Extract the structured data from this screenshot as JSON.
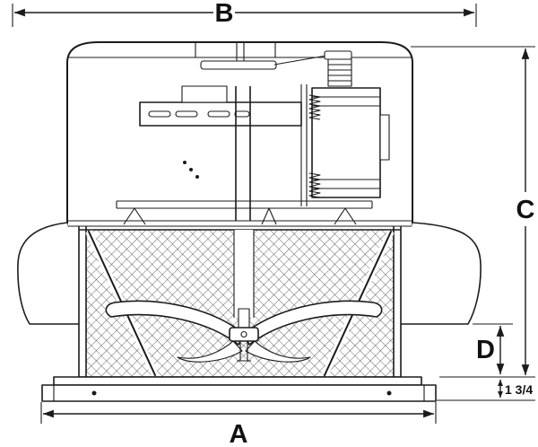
{
  "labels": {
    "dim_top_width": "B",
    "dim_base_width": "A",
    "dim_overall_height": "C",
    "dim_lower_height": "D",
    "dim_base_flange": "1 3/4"
  },
  "colors": {
    "line": "#1b1b1b",
    "background": "#ffffff"
  }
}
